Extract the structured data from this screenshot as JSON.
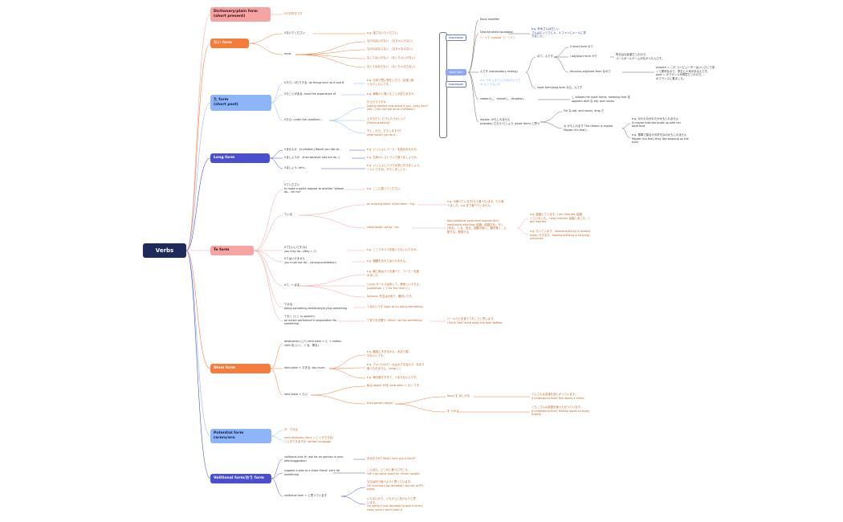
{
  "colors": {
    "root_bg": "#1d2a5a",
    "dict": "#f5a3a3",
    "nai": "#f57c3a",
    "ta": "#8eb5f7",
    "long": "#4a4fcf",
    "te": "#f5a3a3",
    "stem": "#f57c3a",
    "potential": "#8eb5f7",
    "volitional": "#4a4fcf",
    "text_orange": "#c8621f",
    "text_blue": "#2a3f9c"
  },
  "root": "Verbs",
  "categories": {
    "dictionary": "Dictionary/plain form\n(short present)",
    "nai": "ない form",
    "ta": "た form\n(short past)",
    "long": "Long form",
    "te": "Te form",
    "stem": "Stem form",
    "potential": "Potential form\nrareru/eru",
    "volitional": "Volitional form/おう form"
  },
  "dictionary": {
    "n1": "Vの方好きです"
  },
  "nai": {
    "n1": "Vないでください",
    "n2": "must",
    "e1": "e.g. 話さないでください。",
    "m1": "なければいけない　(なきゃいけない)",
    "m2": "なければならない　(なきゃならない)",
    "m3": "なくてはいけない　(なくちゃいけない)",
    "m4": "なくてはならない　(なくちゃならない)"
  },
  "ta": {
    "n1": "Vたり、Vたりする: do things such as A and B",
    "n2": "Vたことがある: have the experience of",
    "n3": "Vたら: under the condition...",
    "e1": "e.g. 日本で買い物をしたり、友達と食\nったりしたいです。",
    "e2": "e.g. 毎晩人と喋ったことがありますか。",
    "e3": "たらどうですか\n[giving advice] how about if you...(why don't\nyou...) (do not use as an invitation)",
    "e4": "えすきだ?、どうしたらかいい?\n[Seeking advice]",
    "e5": "そし、たら、どうしますか?\nwhat would you do if..."
  },
  "long": {
    "n1": "Vませんか　[invitation] Would you like to...",
    "n2": "Vましょうか　shall we/shall I/let me do...)",
    "n3": "Vましょう: let's..",
    "e1": "e.g. いっしょにコーヒーを飲みませんか。",
    "e2": "e.g. 日本のレストランで食べましょうか。",
    "e3": "e.g. いっしょにバスで大学に行きましょう。\n→ いいですね、そうしましょう。"
  },
  "te": {
    "n1": "Vてください\nto make a polite request to another \"please\ndo... for me\"",
    "n2": "ている",
    "n3": "Vてもいいです(か)\nyou may do...(May I...?)",
    "n4": "Vてはいけません\nyou must not do... (strong prohibition)",
    "n5": "Vて、～ます",
    "n6": "てみる\ndoing something tentatively/trying something",
    "n7": "ておく (とく in speech)\nan action performed in preparation for\nsomething",
    "e1": "e.g. ここに座ってください。",
    "i1": "an ongoing state: is/has been ~ing",
    "i1e": "e.g. 今食べています(もう食べた)ます。もう食\nべました。e.g.まで食べていません。",
    "i2": "result/state: is/has ~ed",
    "i2e": "Non-volitional verbs that express only\nresultative meaning: 結婚、結婚する、行く\n(来る)、しる、知る、起動が起く、鍵が落く、心\n配する、緊張する",
    "i2e1": "e.g. 結婚しています。I am married. 結婚\nしていました。I was married. 結婚しました。I\ngot married.",
    "i2e2": "e.g. 行っています。Someone(thing) is already\nthere. 行きます。Someone(thing) is arriving/\nwill arrive.",
    "e3": "e.g. ここでタバコを吸ってもいいですか。",
    "e4": "e.g. 箱鍵を忘れてはいけません。",
    "e5a": "e.g. 朝ご飯はパンを食べて、コーヒーを飲\nみました。",
    "e5b": "い/na) サーメスは安くて、美味しいですよ。\n[substitute くて for the final い]",
    "e5c": "Na/noun 先生は元気で、親切いです。",
    "e6": "てみたいです want to try doing something",
    "e7": "て来ておき置う I think I will do something",
    "e7b": "ビールびんを捨てておこうと思います。\nI think I will throw away the beer bottles."
  },
  "stem": {
    "n1": "destination に/へ verb stem + に + motion\nverb 言 (いく、くる、帰る)",
    "n2": "Verb stem + すぎる: too much",
    "n3": "Verb stem + たい",
    "s1": "e.g. 勉強しすぎるから、あまり頭\nきないいです。",
    "s2": "e.g. アメリカのテーキは大すぎるので、あまり\n食べられません。(drop い)",
    "s3": "e.g. 毎日働きすぎて、つまらないんです。",
    "t1": "私は object が/を verb stem + たい です",
    "t2": "third person desire",
    "t3": "Noun を ほしがる",
    "t4": "を たがる",
    "t3e": "トムさんは友達を欲しがっています。\nIt understand that) Tom wants a friend.",
    "t4e": "ともこさんは英語を食べたがっています。\nIt understand that) Tomoko wants to study\nEnglish"
  },
  "potential": {
    "n1": "が　できる",
    "n2": "verb dictionary form + ことができる/\nことができますか: written language"
  },
  "volitional": {
    "n1": "volitional plus か: ask for an opinion in your\noffer/suggestion",
    "n2": "suggest a plan to a close friend: Let's do\nsomething",
    "n3": "volitional form + と思っています",
    "e1": "手伝おうか? Shall I lend you a hand?",
    "e2": "こんばん、どこかに食べに行こう。\nLet' s go some place for dinner tonight.",
    "e3": "今日は何で食べようと思っています。\nI'm thinking (I've decided) I will eat at PFC\ntoday.",
    "e4": "いらないので、いもうとにあげようと思\nいます。\nI'm going (I just decided) to give it to my\nsister since I don't need it."
  },
  "short": {
    "pill_expression": "expression",
    "pill_shortform": "short form",
    "pill_expression2": "expression",
    "q_note": "～ 'って' (casual 'と' 'って')",
    "nmod": "Noun modifier",
    "quot": "Direct/indirect quotation",
    "quote": "e.g. 鈴木さんは忙しい\nさんはエッとでにメ、ルファンにメールに書\nきました。",
    "nd": "んです (explanatory ending)",
    "nd_alt": "e.g. やがしますし(ため)のんです\nvs.んじゃないか",
    "nd1": "のて、んです",
    "nd1a": "V short form のて",
    "nd1b": "i adj/short form かで",
    "nd1b_e": "昨日は大変楽だったので、\nペースボールゲームがなかったんです。",
    "nd1c": "Noun/na-adj/short form なので",
    "nd1c_e": "present = この コンピューターはいいさにで安\nくて便利なので、学生に人気があるんです。\npast = ボプランスが得意だったので、\nボプランスに乗ました。",
    "nd2": "short form/long form から、んです",
    "reason": "reason/し、 reasonし、situation。",
    "reason_e": "し follows the short forms, meaning that 言\nappears with な-adj. and nouns.",
    "maybe": "maybe: かもしれません\nprobably: だろう/でしょう (short form) と思う",
    "maybe1": "For な-adj. and nouns, drop だ",
    "maybe2": "の かもしれます The reason is maybe.\nMaybe (it's that)...",
    "maybe2e1": "e.g. かれたのかれたかかもしれません\nIt maybe that she broke up with her\nboyfriend.",
    "maybe2e2": "e.g. 電車で寝るかお好きなのかもしれません\nMaybe (it's that) they like sleeping on the\ntrain."
  }
}
